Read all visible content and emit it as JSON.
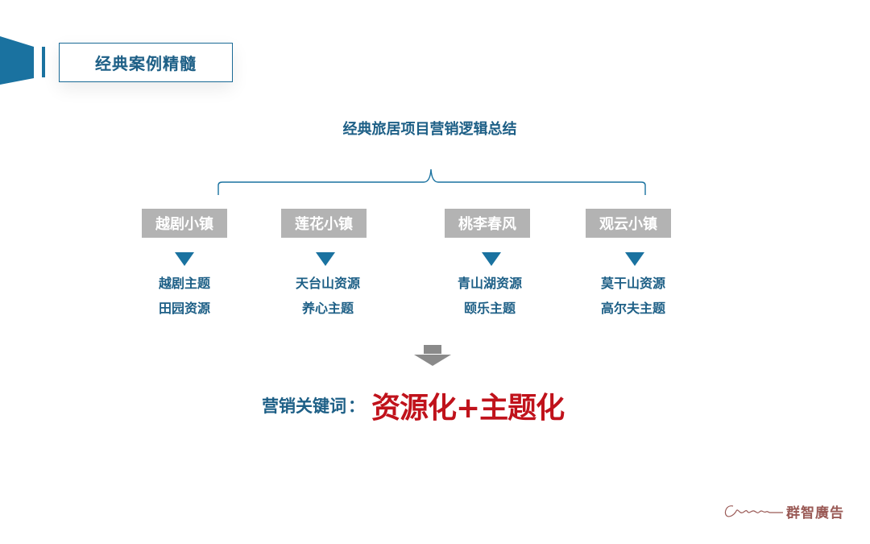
{
  "header": {
    "title": "经典案例精髓"
  },
  "subtitle": "经典旅居项目营销逻辑总结",
  "columns": [
    {
      "name": "越剧小镇",
      "items": [
        "越剧主题",
        "田园资源"
      ]
    },
    {
      "name": "莲花小镇",
      "items": [
        "天台山资源",
        "养心主题"
      ]
    },
    {
      "name": "桃李春风",
      "items": [
        "青山湖资源",
        "颐乐主题"
      ]
    },
    {
      "name": "观云小镇",
      "items": [
        "莫干山资源",
        "高尔夫主题"
      ]
    }
  ],
  "keyword": {
    "label": "营销关键词",
    "colon": "：",
    "value": "资源化+主题化"
  },
  "logo": {
    "text": "群智廣告"
  },
  "colors": {
    "primary": "#1d5f86",
    "accent": "#c0121b",
    "category_bg": "#b3b3b3",
    "arrow": "#1a72a0"
  }
}
